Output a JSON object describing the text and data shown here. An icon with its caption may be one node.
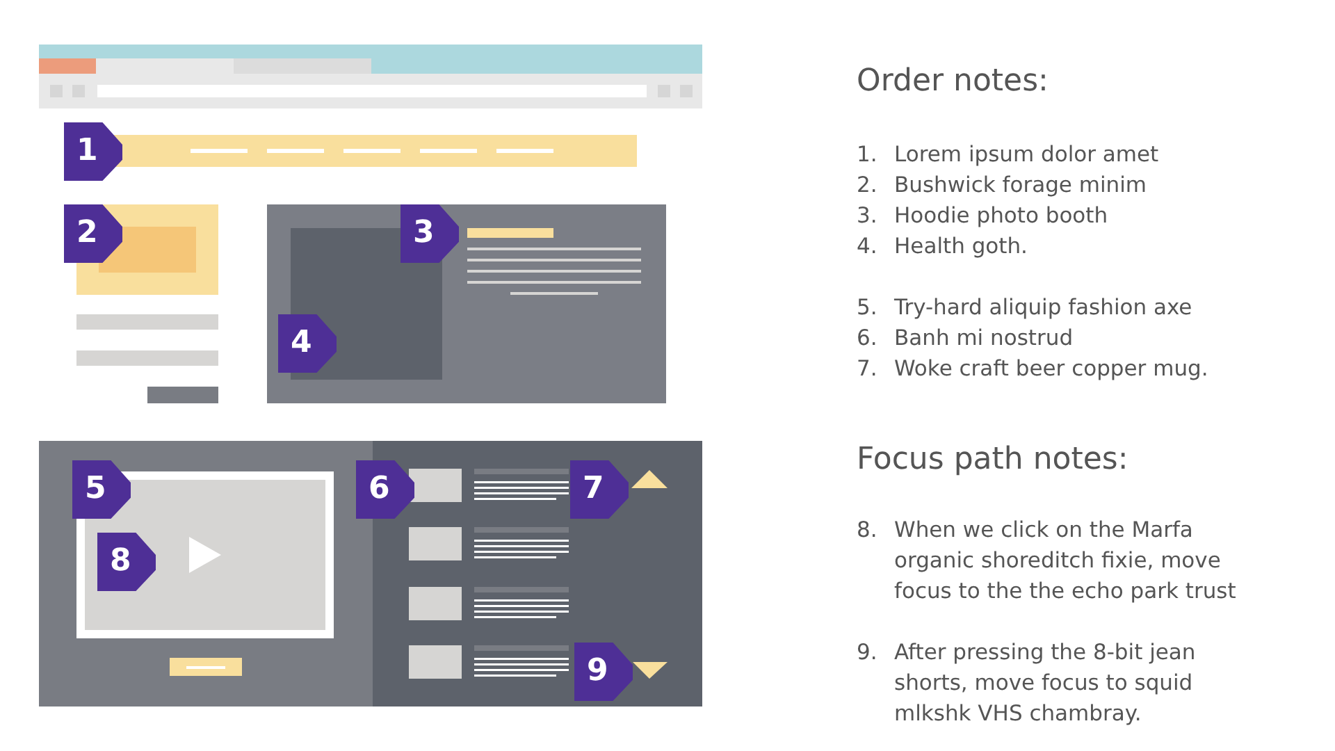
{
  "diagram": {
    "labels": [
      "1",
      "2",
      "3",
      "4",
      "5",
      "6",
      "7",
      "8",
      "9",
      "Order notes:",
      "1.",
      "Lorem ipsum dolor amet",
      "2.",
      "Bushwick forage minim",
      "3.",
      "Hoodie photo booth",
      "4.",
      "Health goth.",
      "5.",
      "Try-hard aliquip fashion axe",
      "6.",
      "Banh mi nostrud",
      "7.",
      "Woke craft beer copper mug.",
      "Focus path notes:",
      "8.",
      "When we click on the Marfa organic shoreditch fixie, move focus to the the echo park trust",
      "9.",
      "After pressing the 8-bit jean shorts, move focus to squid mlkshk VHS chambray."
    ]
  }
}
